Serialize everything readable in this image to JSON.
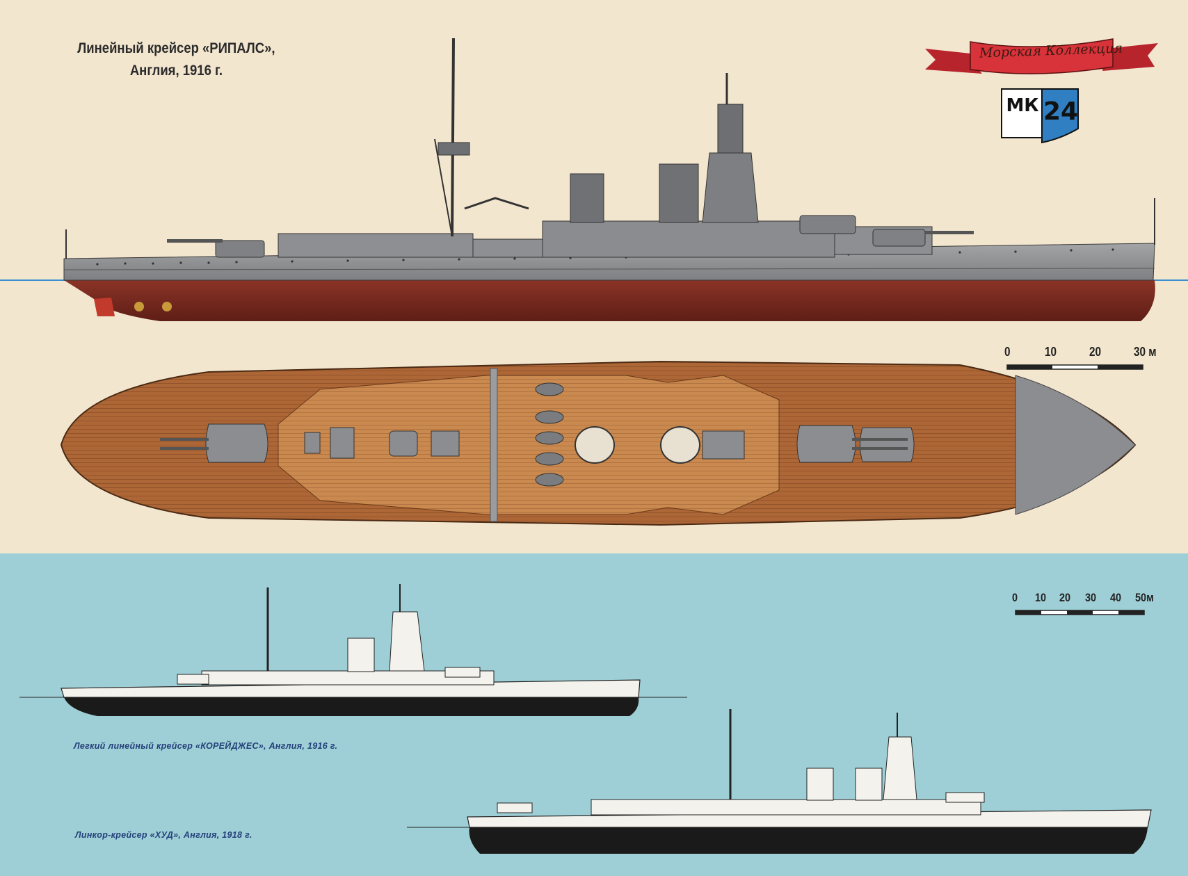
{
  "title": {
    "line1": "Линейный крейсер «РИПАЛС»,",
    "line2": "Англия, 1916 г."
  },
  "emblem": {
    "ribbon_text": "Морская Коллекция",
    "logo_letters": "МК",
    "issue_number": "24",
    "ribbon_color": "#d8323a",
    "shield_color": "#2f7fc2"
  },
  "scale_top": {
    "labels": [
      "0",
      "10",
      "20",
      "30 м"
    ]
  },
  "scale_bottom": {
    "labels": [
      "0",
      "10",
      "20",
      "30",
      "40",
      "50м"
    ]
  },
  "captions": {
    "courageous": "Легкий линейный крейсер «КОРЕЙДЖЕС», Англия, 1916 г.",
    "hood": "Линкор-крейсер «ХУД», Англия, 1918 г."
  },
  "colors": {
    "paper": "#f3e6cf",
    "sea_panel": "#9fcfd6",
    "hull_grey": "#8a8c8e",
    "hull_red": "#7a2a20",
    "deck_wood": "#b06a3a",
    "waterline_blue": "#3a8fd0"
  }
}
